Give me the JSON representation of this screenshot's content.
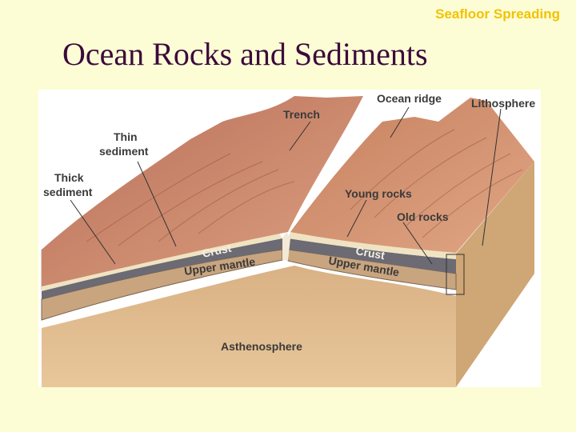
{
  "slide": {
    "header_tag": "Seafloor Spreading",
    "title": "Ocean Rocks and Sediments"
  },
  "diagram": {
    "labels": {
      "trench": "Trench",
      "ocean_ridge": "Ocean ridge",
      "lithosphere": "Lithosphere",
      "thin_sediment_1": "Thin",
      "thin_sediment_2": "sediment",
      "thick_sediment_1": "Thick",
      "thick_sediment_2": "sediment",
      "young_rocks": "Young rocks",
      "old_rocks": "Old rocks",
      "crust_left": "Crust",
      "crust_right": "Crust",
      "upper_mantle_left": "Upper mantle",
      "upper_mantle_right": "Upper mantle",
      "asthenosphere": "Asthenosphere"
    },
    "colors": {
      "seafloor": "#cf8a6b",
      "seafloor_dark": "#a8614a",
      "sediment": "#efe3c2",
      "crust": "#6c6a72",
      "upper_mantle": "#c9a57f",
      "asthenosphere": "#e1bd8f",
      "side_face": "#d7b285"
    }
  }
}
